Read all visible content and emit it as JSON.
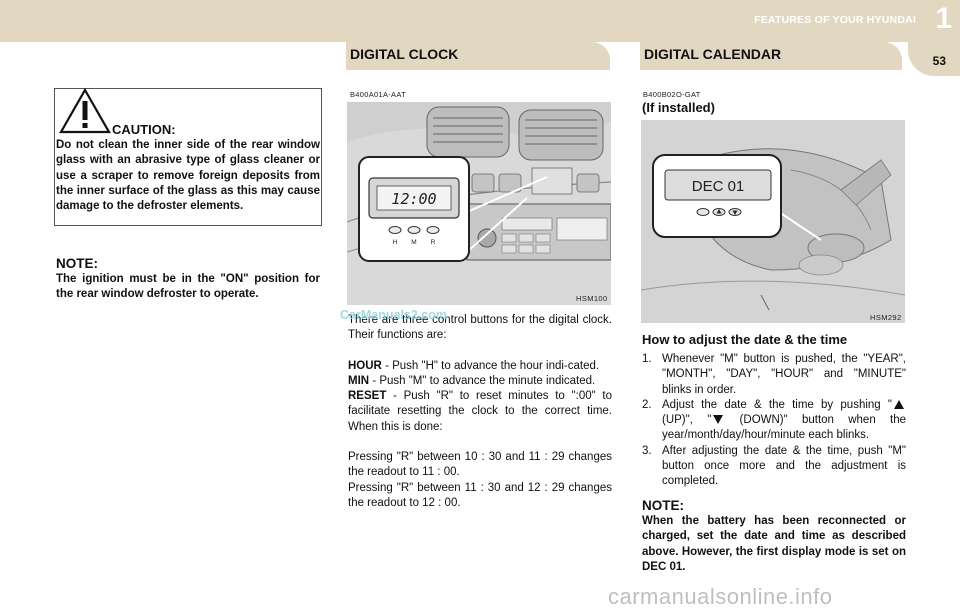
{
  "header": {
    "chapter_label": "FEATURES OF YOUR HYUNDAI",
    "chapter_number": "1",
    "page_number": "53",
    "left_tab_title": "DIGITAL CLOCK",
    "right_tab_title": "DIGITAL CALENDAR"
  },
  "caution": {
    "title": "CAUTION:",
    "text": "Do not clean the inner side of the rear window glass with an abrasive type of glass cleaner or use a scraper to remove  foreign deposits from the inner surface of the glass as this may cause damage to the defroster elements."
  },
  "note_left": {
    "title": "NOTE:",
    "text": "The ignition must be in the \"ON\" position for the rear window defroster to operate."
  },
  "clock_section": {
    "code": "B400A01A-AAT",
    "figure_code": "HSM100",
    "display_time": "12:00",
    "button_labels": [
      "H",
      "M",
      "R"
    ],
    "intro": "There are three control buttons for the digital clock. Their functions are:",
    "hour_label": "HOUR",
    "hour_text": " -  Push \"H\" to advance the hour indi-cated.",
    "min_label": "MIN",
    "min_text": " - Push \"M\" to advance the minute indicated.",
    "reset_label": "RESET",
    "reset_text": " -  Push \"R\" to reset minutes to \":00\" to facilitate resetting the clock to the  correct time. When this is done:",
    "pressing_1": "Pressing \"R\" between 10 : 30 and 11 : 29 changes the readout to 11 : 00.",
    "pressing_2": "Pressing \"R\" between 11 : 30 and 12 : 29 changes the readout to 12 : 00."
  },
  "calendar_section": {
    "code": "B400B02O-GAT",
    "subtitle": "(If installed)",
    "figure_code": "HSM292",
    "display_text": "DEC 01",
    "how_title": "How to adjust the date & the time",
    "steps": [
      {
        "num": "1.",
        "text": "Whenever \"M\" button is pushed, the \"YEAR\", \"MONTH\", \"DAY\", \"HOUR\" and \"MINUTE\" blinks in order."
      },
      {
        "num": "2.",
        "text_a": "Adjust the date & the time by pushing \"",
        "text_b": " (UP)\", \"",
        "text_c": " (DOWN)\" button when the year/month/day/hour/minute each blinks."
      },
      {
        "num": "3.",
        "text": "After adjusting the date & the time, push \"M\" button once more and the adjustment is completed."
      }
    ],
    "note_title": "NOTE:",
    "note_text": "When the battery has been reconnected or charged, set the date and time as described above. However, the first display mode is set on DEC 01."
  },
  "watermarks": {
    "middle": "CarManuals2.com",
    "bottom": "carmanualsonline.info"
  },
  "colors": {
    "header_band": "#e2d7c1",
    "watermark_blue": "#8fd3de",
    "watermark_grey": "#bfbfbf"
  }
}
